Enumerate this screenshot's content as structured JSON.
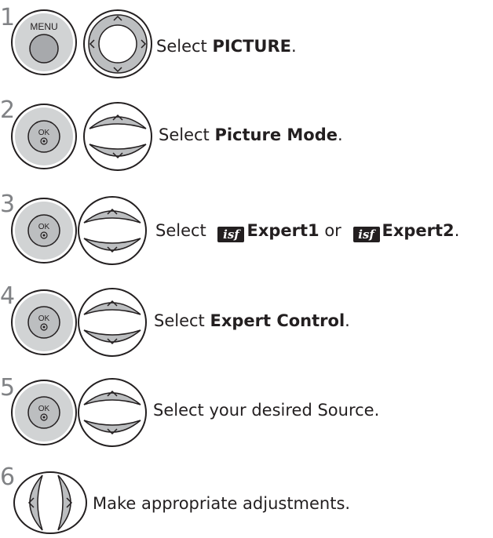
{
  "steps": [
    {
      "number": "1",
      "button": "MENU",
      "text_prefix": "Select ",
      "text_bold": "PICTURE",
      "text_suffix": "."
    },
    {
      "number": "2",
      "button": "OK",
      "text_prefix": "Select ",
      "text_bold": "Picture Mode",
      "text_suffix": "."
    },
    {
      "number": "3",
      "button": "OK",
      "text_prefix": "Select ",
      "isf_label": "isf",
      "option1": "Expert1",
      "or_word": " or ",
      "option2": "Expert2",
      "text_suffix": "."
    },
    {
      "number": "4",
      "button": "OK",
      "text_prefix": "Select ",
      "text_bold": "Expert Control",
      "text_suffix": "."
    },
    {
      "number": "5",
      "button": "OK",
      "text_plain": "Select your desired Source."
    },
    {
      "number": "6",
      "text_plain": "Make appropriate adjustments."
    }
  ]
}
